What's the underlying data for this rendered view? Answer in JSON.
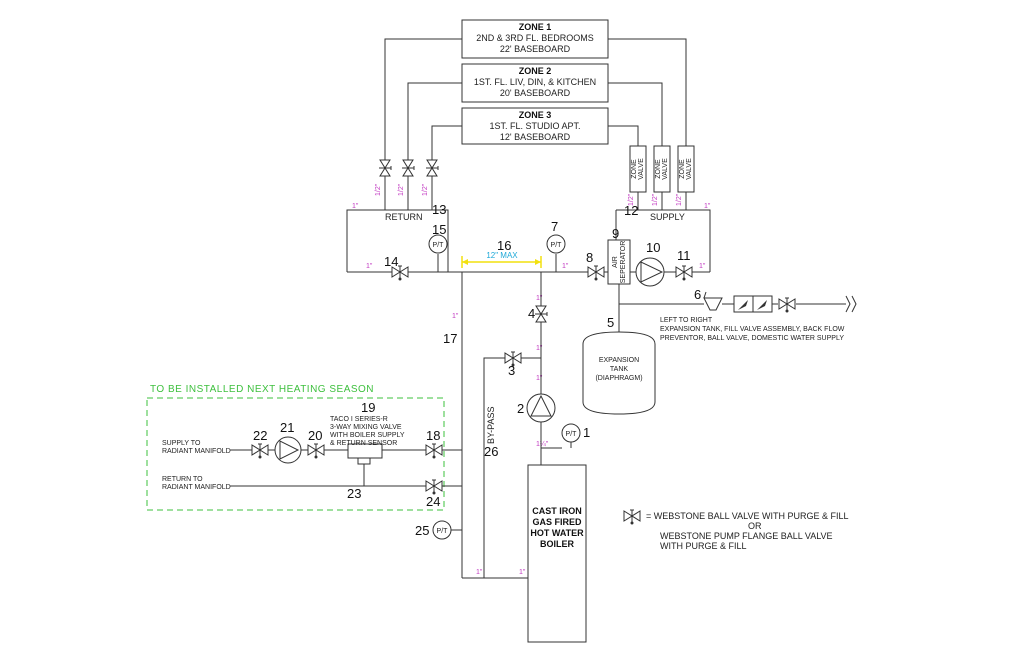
{
  "zones": [
    {
      "title": "ZONE 1",
      "line1": "2ND & 3RD FL. BEDROOMS",
      "line2": "22' BASEBOARD"
    },
    {
      "title": "ZONE 2",
      "line1": "1ST. FL. LIV, DIN, & KITCHEN",
      "line2": "20' BASEBOARD"
    },
    {
      "title": "ZONE 3",
      "line1": "1ST. FL. STUDIO APT.",
      "line2": "12' BASEBOARD"
    }
  ],
  "headers": {
    "return": "RETURN",
    "supply": "SUPPLY"
  },
  "zone_valve": [
    "ZONE",
    "VALVE"
  ],
  "pipe_sizes": {
    "one": "1\"",
    "half": "1/2\"",
    "one_quarter": "1¼\""
  },
  "pt": "P/T",
  "numbers": {
    "n1": "1",
    "n2": "2",
    "n3": "3",
    "n4": "4",
    "n5": "5",
    "n6": "6",
    "n7": "7",
    "n8": "8",
    "n9": "9",
    "n10": "10",
    "n11": "11",
    "n12": "12",
    "n13": "13",
    "n14": "14",
    "n15": "15",
    "n16": "16",
    "n17": "17",
    "n18": "18",
    "n19": "19",
    "n20": "20",
    "n21": "21",
    "n22": "22",
    "n23": "23",
    "n24": "24",
    "n25": "25",
    "n26": "26"
  },
  "max_note": "12\" MAX",
  "air_separator": [
    "AIR",
    "SEPERATOR"
  ],
  "expansion_tank": [
    "EXPANSION",
    "TANK",
    "(DIAPHRAGM)"
  ],
  "legend_right": [
    "LEFT TO RIGHT",
    "EXPANSION TANK, FILL VALVE ASSEMBLY, BACK FLOW",
    "PREVENTOR, BALL VALVE, DOMESTIC WATER SUPPLY"
  ],
  "bypass": "BY-PASS",
  "boiler": [
    "CAST IRON",
    "GAS FIRED",
    "HOT WATER",
    "BOILER"
  ],
  "next_season": "TO BE INSTALLED NEXT HEATING SEASON",
  "taco": [
    "TACO I SERIES-R",
    "3-WAY MIXING VALVE",
    "WITH BOILER SUPPLY",
    "& RETURN SENSOR"
  ],
  "supply_radiant": [
    "SUPPLY TO",
    "RADIANT MANIFOLD"
  ],
  "return_radiant": [
    "RETURN TO",
    "RADIANT MANIFOLD"
  ],
  "key": [
    "= WEBSTONE BALL VALVE WITH PURGE & FILL",
    "OR",
    "WEBSTONE PUMP FLANGE BALL VALVE",
    "WITH PURGE & FILL"
  ],
  "colors": {
    "pipe_size": "#c23bc2",
    "future": "#3ec03e",
    "dimension": "#f2e10f",
    "dim_text": "#1fa9d8"
  }
}
